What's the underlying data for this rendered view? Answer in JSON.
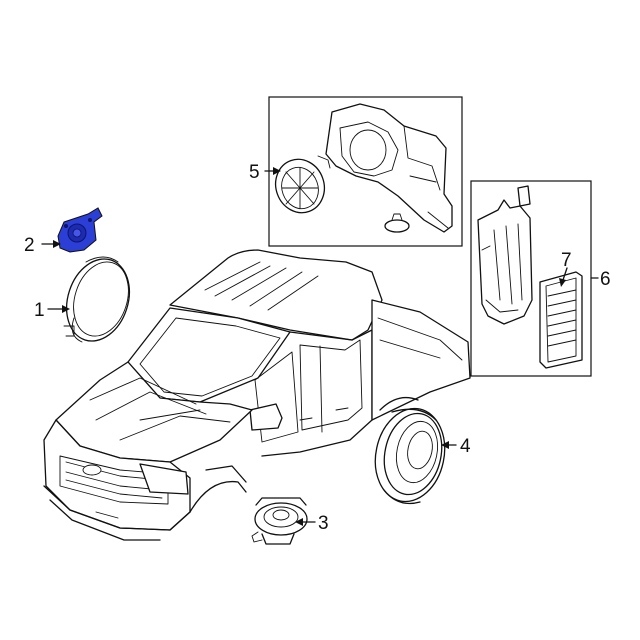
{
  "callouts": [
    {
      "id": "1",
      "label": "1"
    },
    {
      "id": "2",
      "label": "2"
    },
    {
      "id": "3",
      "label": "3"
    },
    {
      "id": "4",
      "label": "4"
    },
    {
      "id": "5",
      "label": "5"
    },
    {
      "id": "6",
      "label": "6"
    },
    {
      "id": "7",
      "label": "7"
    }
  ],
  "colors": {
    "line": "#111111",
    "highlight_part": "#2b3fd6",
    "background": "#ffffff"
  }
}
